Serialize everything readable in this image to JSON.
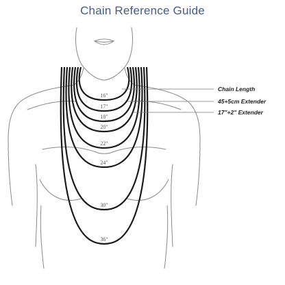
{
  "title": "Chain Reference Guide",
  "chains": [
    {
      "label": "16\""
    },
    {
      "label": "17\""
    },
    {
      "label": "18\""
    },
    {
      "label": "20\""
    },
    {
      "label": "22\""
    },
    {
      "label": "24\""
    },
    {
      "label": "30\""
    },
    {
      "label": "36\""
    }
  ],
  "legend": [
    {
      "text": "Chain Length"
    },
    {
      "text": "45+5cm Extender"
    },
    {
      "text": "17\"+2\" Extender"
    }
  ],
  "colors": {
    "title": "#4a5a86",
    "chain": "#1a1a1a",
    "outline": "#8a8a8a",
    "leader": "#777777"
  }
}
